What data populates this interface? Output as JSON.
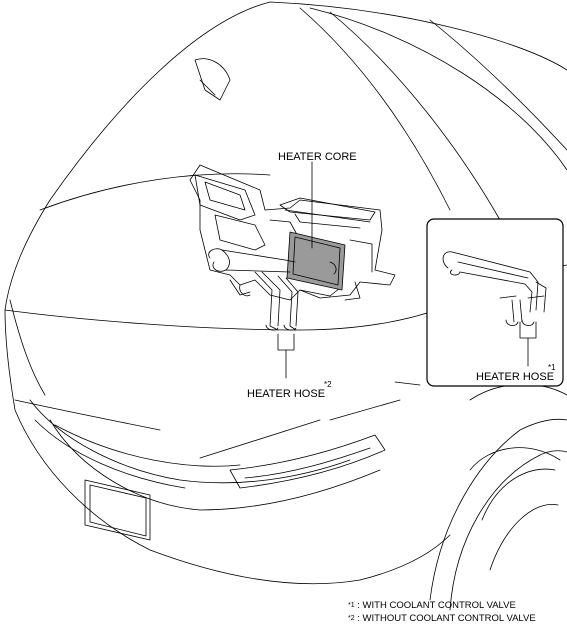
{
  "labels": {
    "heater_core": "HEATER CORE",
    "heater_hose_1": "HEATER HOSE",
    "heater_hose_1_mark": "*1",
    "heater_hose_2": "HEATER HOSE",
    "heater_hose_2_mark": "*2"
  },
  "notes": [
    {
      "mark": "*1",
      "text": " : WITH COOLANT CONTROL VALVE"
    },
    {
      "mark": "*2",
      "text": " : WITHOUT COOLANT CONTROL VALVE"
    }
  ],
  "colors": {
    "line": "#000000",
    "core_fill": "#9a9a9a",
    "background": "#ffffff"
  }
}
